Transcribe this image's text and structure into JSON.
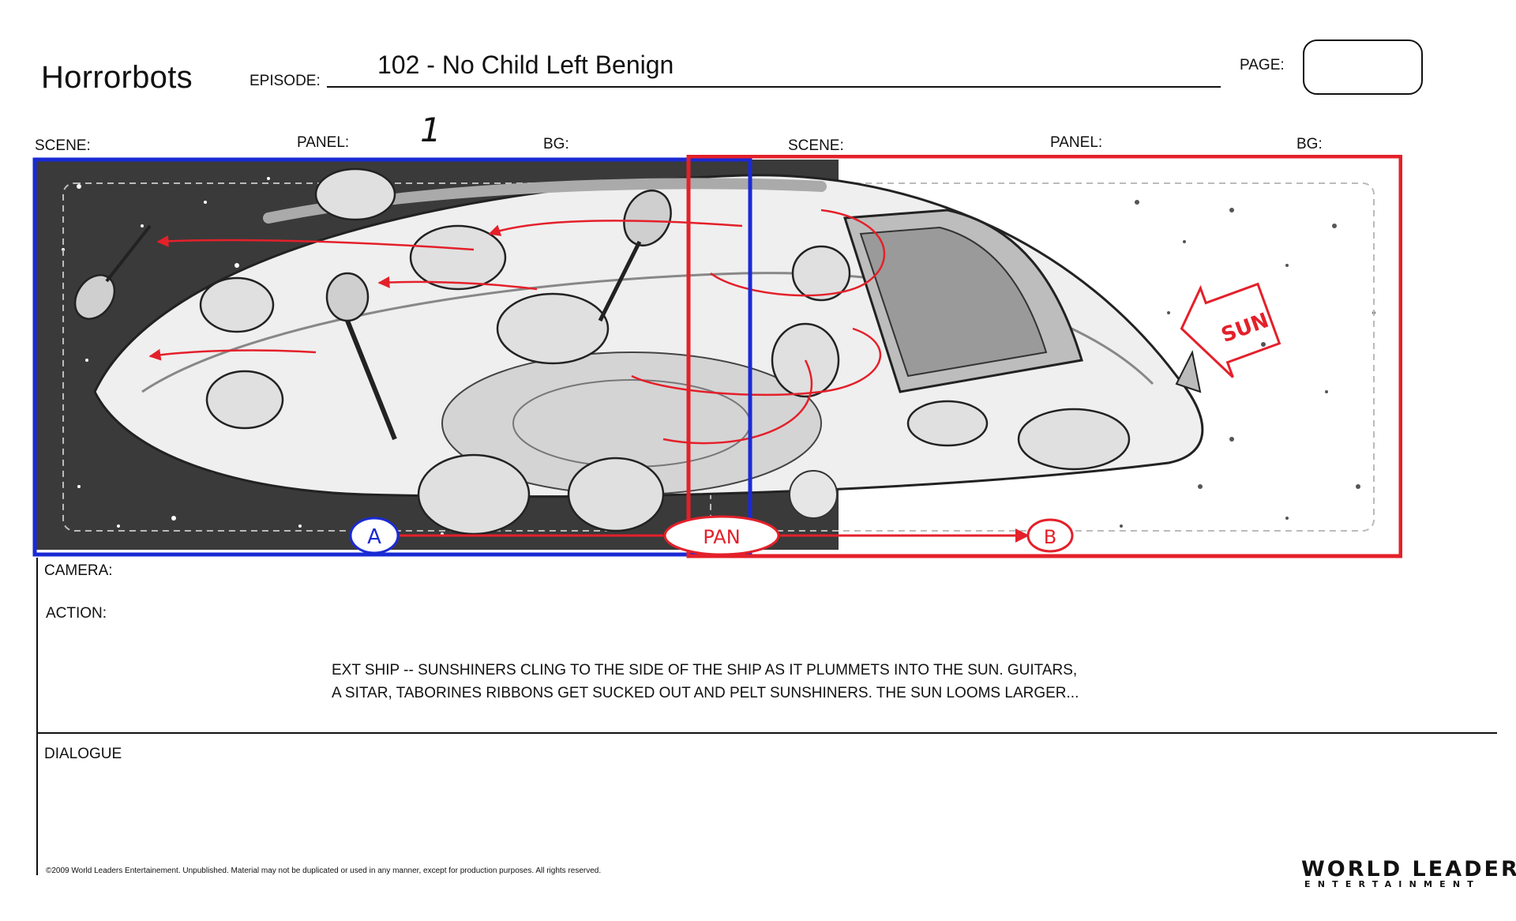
{
  "header": {
    "show_title": "Horrorbots",
    "episode_label": "EPISODE:",
    "episode_value": "102 - No Child Left Benign",
    "page_label": "PAGE:",
    "page_value": ""
  },
  "panel_a": {
    "scene_label": "SCENE:",
    "panel_label": "PANEL:",
    "panel_value": "1",
    "bg_label": "BG:"
  },
  "panel_b": {
    "scene_label": "SCENE:",
    "panel_label": "PANEL:",
    "bg_label": "BG:"
  },
  "artwork": {
    "marker_a": "A",
    "camera_move": "PAN",
    "marker_b": "B",
    "sun_label": "SUN",
    "icons": [
      "frame-a-outline",
      "frame-b-outline",
      "pan-arrow-icon",
      "sun-arrow-icon"
    ]
  },
  "colors": {
    "frame_a": "#1a2ad4",
    "frame_b": "#e4202a",
    "space_bg": "#3a3a3a"
  },
  "notes": {
    "camera_label": "CAMERA:",
    "action_label": "ACTION:",
    "action_lines": [
      "EXT SHIP -- SUNSHINERS CLING TO THE SIDE OF THE SHIP AS IT PLUMMETS INTO THE SUN.  GUITARS,",
      "A SITAR, TABORINES RIBBONS GET SUCKED OUT AND PELT SUNSHINERS.  THE SUN LOOMS LARGER..."
    ],
    "dialogue_label": "DIALOGUE"
  },
  "footer": {
    "copyright": "©2009 World Leaders Entertainement.  Unpublished. Material may not be duplicated or used in any manner, except for production purposes. All rights reserved.",
    "brand_main": "WORLD LEADERS",
    "brand_sub": "ENTERTAINMENT"
  }
}
